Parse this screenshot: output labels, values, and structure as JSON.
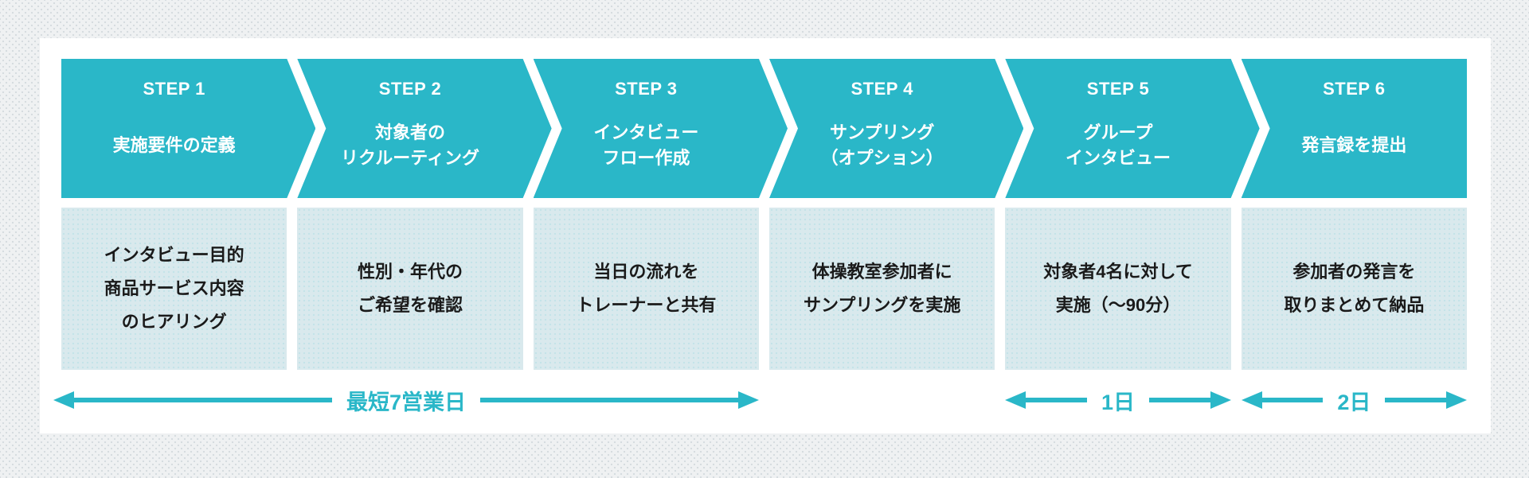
{
  "colors": {
    "teal": "#2ab7c8",
    "step_body_bg": "#d9e9ed",
    "card_bg": "#ffffff",
    "page_bg": "#eff1f2",
    "header_text": "#ffffff",
    "body_text": "#1a1a1a"
  },
  "steps": [
    {
      "label": "STEP 1",
      "title_lines": [
        "実施要件の定義"
      ],
      "body_lines": [
        "インタビュー目的",
        "商品サービス内容",
        "のヒアリング"
      ]
    },
    {
      "label": "STEP 2",
      "title_lines": [
        "対象者の",
        "リクルーティング"
      ],
      "body_lines": [
        "性別・年代の",
        "ご希望を確認"
      ]
    },
    {
      "label": "STEP 3",
      "title_lines": [
        "インタビュー",
        "フロー作成"
      ],
      "body_lines": [
        "当日の流れを",
        "トレーナーと共有"
      ]
    },
    {
      "label": "STEP 4",
      "title_lines": [
        "サンプリング",
        "（オプション）"
      ],
      "body_lines": [
        "体操教室参加者に",
        "サンプリングを実施"
      ]
    },
    {
      "label": "STEP 5",
      "title_lines": [
        "グループ",
        "インタビュー"
      ],
      "body_lines": [
        "対象者4名に対して",
        "実施（～90分）"
      ]
    },
    {
      "label": "STEP 6",
      "title_lines": [
        "発言録を提出"
      ],
      "body_lines": [
        "参加者の発言を",
        "取りまとめて納品"
      ]
    }
  ],
  "timelines": [
    {
      "label": "最短7営業日",
      "covers": "STEP 1 - STEP 3"
    },
    {
      "label": "1日",
      "covers": "STEP 5"
    },
    {
      "label": "2日",
      "covers": "STEP 6"
    }
  ]
}
